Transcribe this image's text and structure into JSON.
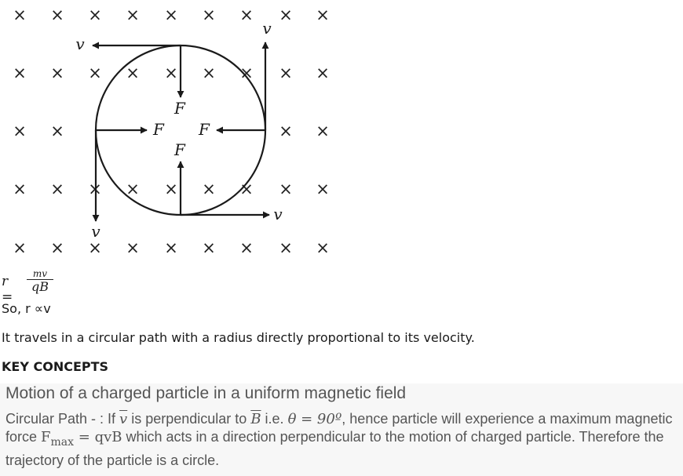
{
  "figure": {
    "velocity_label": "v",
    "force_label": "F",
    "field_symbol": "×"
  },
  "formula": {
    "lhs": "r =",
    "numerator": "mv",
    "denominator": "qB"
  },
  "so_text": "So, r ∝v",
  "travel_text": "It travels in a circular path with a radius directly proportional to its velocity.",
  "key_concepts_heading": "KEY CONCEPTS",
  "concept": {
    "title": "Motion of a charged particle in a uniform magnetic field",
    "p1_a": "Circular Path - : If ",
    "v_sym": "v",
    "p1_b": " is perpendicular to ",
    "B_sym": "B",
    "p1_c": " i.e. ",
    "theta_eq": "θ = 90º",
    "p1_d": ", hence particle will experience a maximum magnetic force ",
    "fmax": "F",
    "fmax_sub": "max",
    "fmax_eq": " = qvB",
    "p1_e": " which acts in a direction perpendicular to the motion of charged particle. Therefore the trajectory of the particle is a circle."
  }
}
